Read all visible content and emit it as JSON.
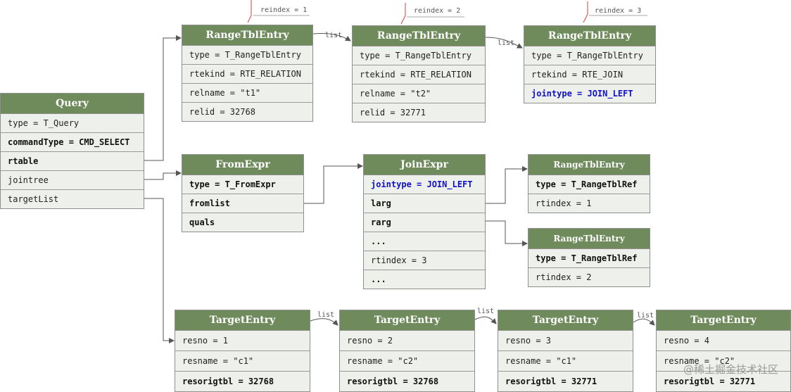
{
  "query": {
    "title": "Query",
    "rows": [
      "type = T_Query",
      "commandType = CMD_SELECT",
      "rtable",
      "jointree",
      "targetList"
    ]
  },
  "rte1": {
    "title": "RangeTblEntry",
    "reindex": "reindex = 1",
    "rows": [
      "type = T_RangeTblEntry",
      "rtekind = RTE_RELATION",
      "relname = \"t1\"",
      "relid = 32768"
    ]
  },
  "rte2": {
    "title": "RangeTblEntry",
    "reindex": "reindex = 2",
    "rows": [
      "type = T_RangeTblEntry",
      "rtekind = RTE_RELATION",
      "relname = \"t2\"",
      "relid = 32771"
    ]
  },
  "rte3": {
    "title": "RangeTblEntry",
    "reindex": "reindex = 3",
    "rows": [
      "type = T_RangeTblEntry",
      "rtekind = RTE_JOIN",
      "jointype = JOIN_LEFT"
    ]
  },
  "fromexpr": {
    "title": "FromExpr",
    "rows": [
      "type = T_FromExpr",
      "fromlist",
      "quals"
    ]
  },
  "joinexpr": {
    "title": "JoinExpr",
    "rows": [
      "jointype = JOIN_LEFT",
      "larg",
      "rarg",
      "...",
      "rtindex = 3",
      "..."
    ]
  },
  "ref1": {
    "title": "RangeTblEntry",
    "rows": [
      "type = T_RangeTblRef",
      "rtindex = 1"
    ]
  },
  "ref2": {
    "title": "RangeTblEntry",
    "rows": [
      "type = T_RangeTblRef",
      "rtindex = 2"
    ]
  },
  "te1": {
    "title": "TargetEntry",
    "rows": [
      "resno = 1",
      "resname = \"c1\"",
      "resorigtbl = 32768"
    ]
  },
  "te2": {
    "title": "TargetEntry",
    "rows": [
      "resno = 2",
      "resname = \"c2\"",
      "resorigtbl = 32768"
    ]
  },
  "te3": {
    "title": "TargetEntry",
    "rows": [
      "resno = 3",
      "resname = \"c1\"",
      "resorigtbl = 32771"
    ]
  },
  "te4": {
    "title": "TargetEntry",
    "rows": [
      "resno = 4",
      "resname = \"c2\"",
      "resorigtbl = 32771"
    ]
  },
  "labels": {
    "list": "list"
  },
  "watermark": "@稀土掘金技术社区",
  "colors": {
    "header": "#6f8b5c",
    "body": "#eef0ec",
    "accent": "#1010c8",
    "connector": "#555555",
    "tick": "#d04040"
  }
}
